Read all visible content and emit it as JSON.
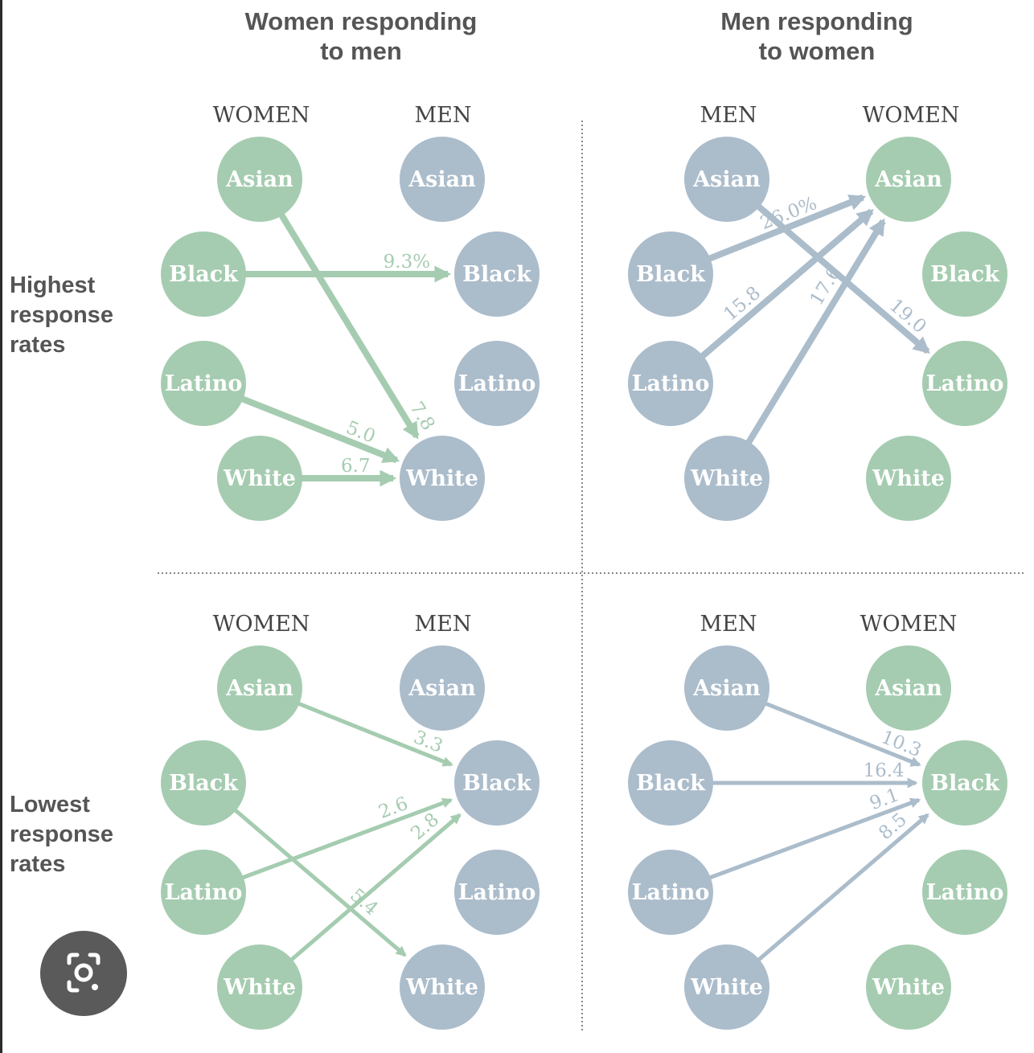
{
  "header": {
    "left_title_line1": "Women responding",
    "left_title_line2": "to men",
    "right_title_line1": "Men responding",
    "right_title_line2": "to women"
  },
  "row_labels": {
    "top": [
      "Highest",
      "response",
      "rates"
    ],
    "bottom": [
      "Lowest",
      "response",
      "rates"
    ]
  },
  "colors": {
    "women": "#a5ccb0",
    "men": "#abbccb",
    "women_arrow": "#a5ccb0",
    "men_arrow": "#abbccb",
    "text_dark": "#555555",
    "divider": "#888888"
  },
  "chart_data": {
    "type": "diagram",
    "races": [
      "Asian",
      "Black",
      "Latino",
      "White"
    ],
    "panels": [
      {
        "id": "women-to-men-highest",
        "from_group": "WOMEN",
        "to_group": "MEN",
        "links": [
          {
            "from": "Asian",
            "to": "White",
            "value": "7.8"
          },
          {
            "from": "Black",
            "to": "Black",
            "value": "9.3%"
          },
          {
            "from": "Latino",
            "to": "White",
            "value": "5.0"
          },
          {
            "from": "White",
            "to": "White",
            "value": "6.7"
          }
        ]
      },
      {
        "id": "men-to-women-highest",
        "from_group": "MEN",
        "to_group": "WOMEN",
        "links": [
          {
            "from": "Black",
            "to": "Asian",
            "value": "26.0%"
          },
          {
            "from": "Asian",
            "to": "Latino",
            "value": "19.0"
          },
          {
            "from": "Latino",
            "to": "Asian",
            "value": "15.8"
          },
          {
            "from": "White",
            "to": "Asian",
            "value": "17.6"
          }
        ]
      },
      {
        "id": "women-to-men-lowest",
        "from_group": "WOMEN",
        "to_group": "MEN",
        "links": [
          {
            "from": "Asian",
            "to": "Black",
            "value": "3.3"
          },
          {
            "from": "Latino",
            "to": "Black",
            "value": "2.6"
          },
          {
            "from": "White",
            "to": "Black",
            "value": "2.8"
          },
          {
            "from": "Black",
            "to": "White",
            "value": "5.4"
          }
        ]
      },
      {
        "id": "men-to-women-lowest",
        "from_group": "MEN",
        "to_group": "WOMEN",
        "links": [
          {
            "from": "Asian",
            "to": "Black",
            "value": "10.3"
          },
          {
            "from": "Black",
            "to": "Black",
            "value": "16.4"
          },
          {
            "from": "Latino",
            "to": "Black",
            "value": "9.1"
          },
          {
            "from": "White",
            "to": "Black",
            "value": "8.5"
          }
        ]
      }
    ]
  },
  "overlay": {
    "lens_button_icon": "lens-search-icon"
  }
}
